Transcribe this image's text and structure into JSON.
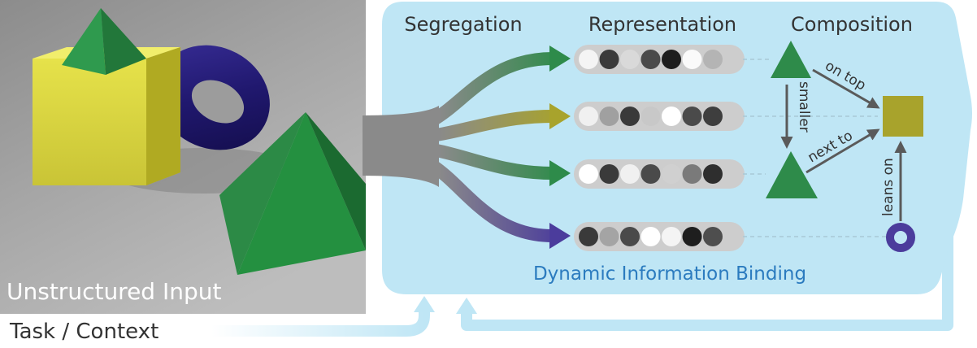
{
  "input_image": {
    "caption": "Unstructured Input"
  },
  "task_context": {
    "label": "Task / Context"
  },
  "panel": {
    "headers": {
      "segregation": "Segregation",
      "representation": "Representation",
      "composition": "Composition"
    },
    "footer": "Dynamic Information Binding"
  },
  "slots": [
    {
      "color": "#2e8b4a",
      "circles": [
        "#f4f4f4",
        "#3a3a3a",
        "#d9d9d9",
        "#4a4a4a",
        "#1e1e1e",
        "#fafafa",
        "#b4b4b4"
      ]
    },
    {
      "color": "#a8a32c",
      "circles": [
        "#f0f0f0",
        "#a0a0a0",
        "#3a3a3a",
        "#c8c8c8",
        "#ffffff",
        "#4a4a4a",
        "#3e3e3e"
      ]
    },
    {
      "color": "#2e8b4a",
      "circles": [
        "#ffffff",
        "#3a3a3a",
        "#f0f0f0",
        "#4a4a4a",
        "#d0d0d0",
        "#7a7a7a",
        "#2e2e2e"
      ]
    },
    {
      "color": "#4b3c9c",
      "circles": [
        "#3a3a3a",
        "#a4a4a4",
        "#4a4a4a",
        "#ffffff",
        "#f4f4f4",
        "#1e1e1e",
        "#4e4e4e"
      ]
    }
  ],
  "relations": {
    "on_top": "on top",
    "smaller": "smaller",
    "next_to": "next to",
    "leans_on": "leans on"
  },
  "colors": {
    "panel": "#bfe6f5",
    "green": "#2e8b4a",
    "olive": "#a8a32c",
    "purple": "#4b3c9c",
    "accent_text": "#2b7bbf",
    "dark_text": "#333333",
    "arrow_gray": "#5a5a5a"
  }
}
